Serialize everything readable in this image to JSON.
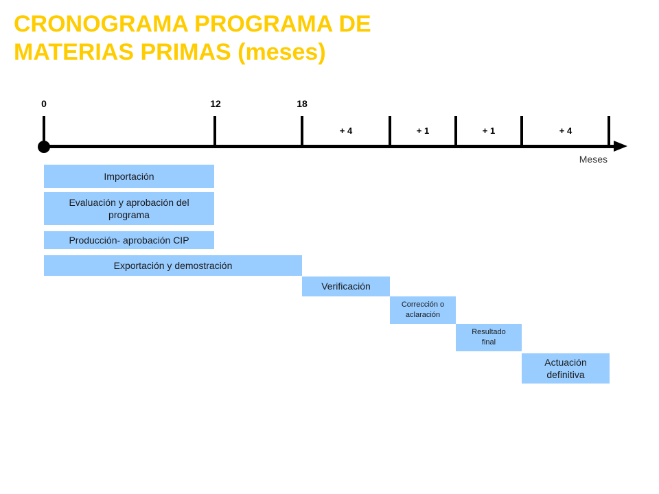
{
  "title": {
    "line1": "CRONOGRAMA PROGRAMA DE",
    "line2": "MATERIAS PRIMAS (meses)"
  },
  "timeline": {
    "month_labels": [
      "0",
      "12",
      "18"
    ],
    "increment_labels": [
      "+ 4",
      "+ 1",
      "+ 1",
      "+ 4"
    ],
    "axis_unit": "Meses"
  },
  "colors": {
    "title": "#ffcc00",
    "bar_fill": "#99ccff",
    "axis": "#000000"
  },
  "tasks": [
    {
      "label": "Importación"
    },
    {
      "label": "Evaluación y aprobación del programa"
    },
    {
      "label": "Producción- aprobación CIP"
    },
    {
      "label": "Exportación y demostración"
    },
    {
      "label": "Verificación"
    },
    {
      "label": "Corrección o aclaración"
    },
    {
      "label": "Resultado final"
    },
    {
      "label": "Actuación definitiva"
    }
  ]
}
